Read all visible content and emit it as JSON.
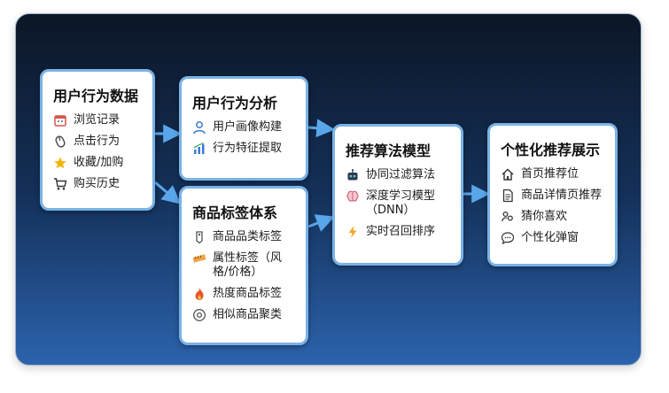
{
  "colors": {
    "background_top": "#0c1626",
    "background_bottom": "#2c63ad",
    "card_border": "#7ab2e6",
    "arrow": "#5aa6ea"
  },
  "cards": {
    "data_source": {
      "title": "用户行为数据",
      "items": [
        {
          "label": "浏览记录",
          "icon": "calendar-icon"
        },
        {
          "label": "点击行为",
          "icon": "mouse-icon"
        },
        {
          "label": "收藏/加购",
          "icon": "star-icon"
        },
        {
          "label": "购买历史",
          "icon": "cart-icon"
        }
      ]
    },
    "behavior_analysis": {
      "title": "用户行为分析",
      "items": [
        {
          "label": "用户画像构建",
          "icon": "user-icon"
        },
        {
          "label": "行为特征提取",
          "icon": "bar-chart-icon"
        }
      ]
    },
    "product_tags": {
      "title": "商品标签体系",
      "items": [
        {
          "label": "商品品类标签",
          "icon": "tag-icon"
        },
        {
          "label": "属性标签（风格/价格）",
          "icon": "ruler-icon"
        },
        {
          "label": "热度商品标签",
          "icon": "fire-icon"
        },
        {
          "label": "相似商品聚类",
          "icon": "cluster-icon"
        }
      ]
    },
    "algorithm": {
      "title": "推荐算法模型",
      "items": [
        {
          "label": "协同过滤算法",
          "icon": "robot-icon"
        },
        {
          "label": "深度学习模型（DNN）",
          "icon": "brain-icon"
        },
        {
          "label": "实时召回排序",
          "icon": "lightning-icon"
        }
      ]
    },
    "display": {
      "title": "个性化推荐展示",
      "items": [
        {
          "label": "首页推荐位",
          "icon": "home-icon"
        },
        {
          "label": "商品详情页推荐",
          "icon": "document-icon"
        },
        {
          "label": "猜你喜欢",
          "icon": "people-icon"
        },
        {
          "label": "个性化弹窗",
          "icon": "chat-bubble-icon"
        }
      ]
    }
  }
}
